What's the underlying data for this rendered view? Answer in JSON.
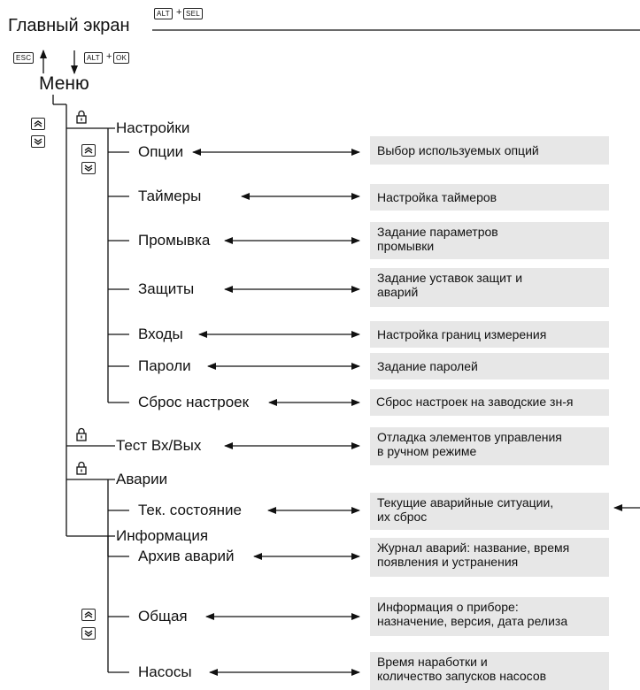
{
  "header": {
    "main_screen": "Главный экран",
    "menu": "Меню",
    "key_alt": "ALT",
    "key_sel": "SEL",
    "key_esc": "ESC",
    "key_ok": "OK",
    "plus": "+"
  },
  "groups": {
    "settings": "Настройки",
    "io_test": "Тест Вх/Вых",
    "alarms": "Аварии",
    "info": "Информация"
  },
  "items": {
    "options": "Опции",
    "timers": "Таймеры",
    "flush": "Промывка",
    "protections": "Защиты",
    "inputs": "Входы",
    "passwords": "Пароли",
    "reset": "Сброс настроек",
    "current_state": "Тек. состояние",
    "alarm_archive": "Архив аварий",
    "general": "Общая",
    "pumps": "Насосы"
  },
  "descriptions": {
    "options": "Выбор используемых опций",
    "timers": "Настройка таймеров",
    "flush": "Задание параметров\nпромывки",
    "protections": "Задание уставок защит и\nаварий",
    "inputs": "Настройка границ измерения",
    "passwords": "Задание паролей",
    "reset": "Сброс настроек на заводские зн-я",
    "io_test": "Отладка элементов управления\nв ручном режиме",
    "current_state": "Текущие аварийные ситуации,\nих сброс",
    "alarm_archive": "Журнал аварий: название, время\nпоявления и устранения",
    "general": "Информация о приборе:\nназначение, версия, дата релиза",
    "pumps": "Время наработки и\nколичество запусков насосов"
  },
  "icons": {
    "lock": "lock-icon",
    "up": "double-chevron-up-icon",
    "down": "double-chevron-down-icon"
  },
  "colors": {
    "line": "#111111",
    "box": "#e7e7e7"
  }
}
